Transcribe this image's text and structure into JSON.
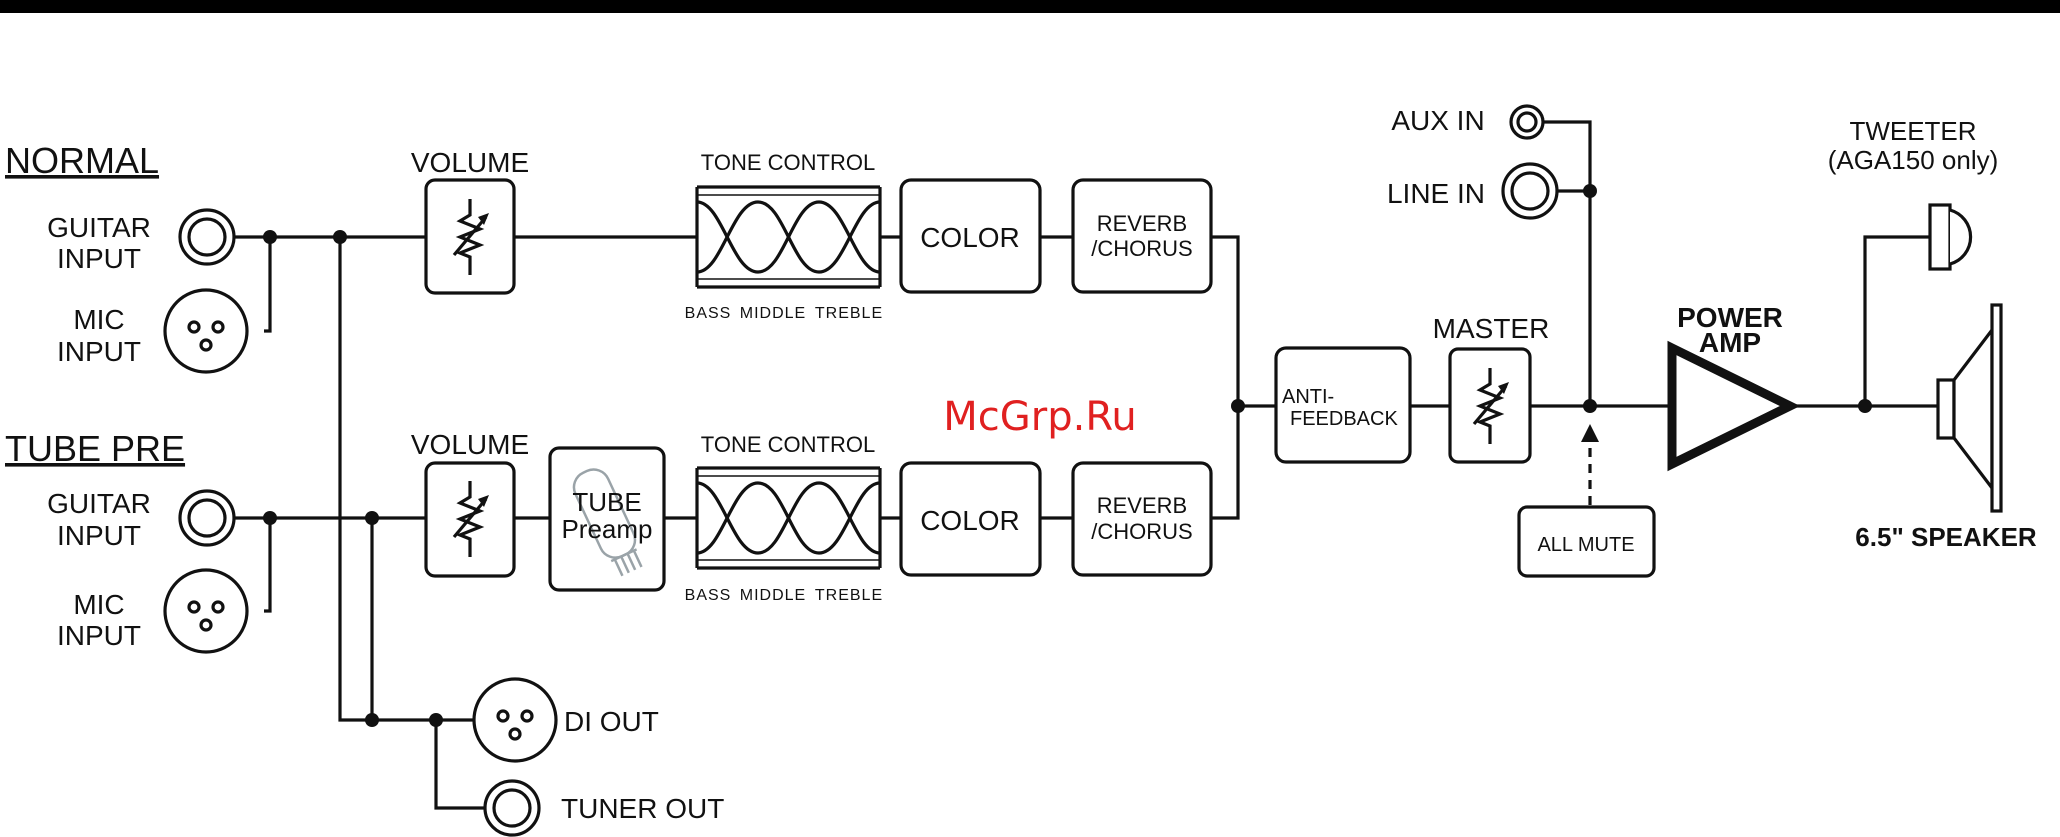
{
  "sections": {
    "normal": "NORMAL",
    "tube_pre": "TUBE PRE"
  },
  "inputs": {
    "guitar_1": "GUITAR",
    "guitar_2": "INPUT",
    "mic_1": "MIC",
    "mic_2": "INPUT"
  },
  "blocks": {
    "volume": "VOLUME",
    "tone_control": "TONE CONTROL",
    "bass": "BASS",
    "middle": "MIDDLE",
    "treble": "TREBLE",
    "color": "COLOR",
    "reverb_1": "REVERB",
    "reverb_2": "/CHORUS",
    "tube_1": "TUBE",
    "tube_2": "Preamp",
    "anti_feedback_1": "ANTI-",
    "anti_feedback_2": "FEEDBACK",
    "master": "MASTER",
    "aux_in": "AUX IN",
    "line_in": "LINE IN",
    "all_mute": "ALL MUTE",
    "power_amp_1": "POWER",
    "power_amp_2": "AMP",
    "tweeter": "TWEETER",
    "tweeter_note": "(AGA150 only)",
    "speaker": "6.5\" SPEAKER",
    "di_out": "DI OUT",
    "tuner_out": "TUNER OUT"
  },
  "watermark": "McGrp.Ru",
  "colors": {
    "line": "#111111",
    "watermark": "#e02020",
    "background": "#ffffff"
  }
}
